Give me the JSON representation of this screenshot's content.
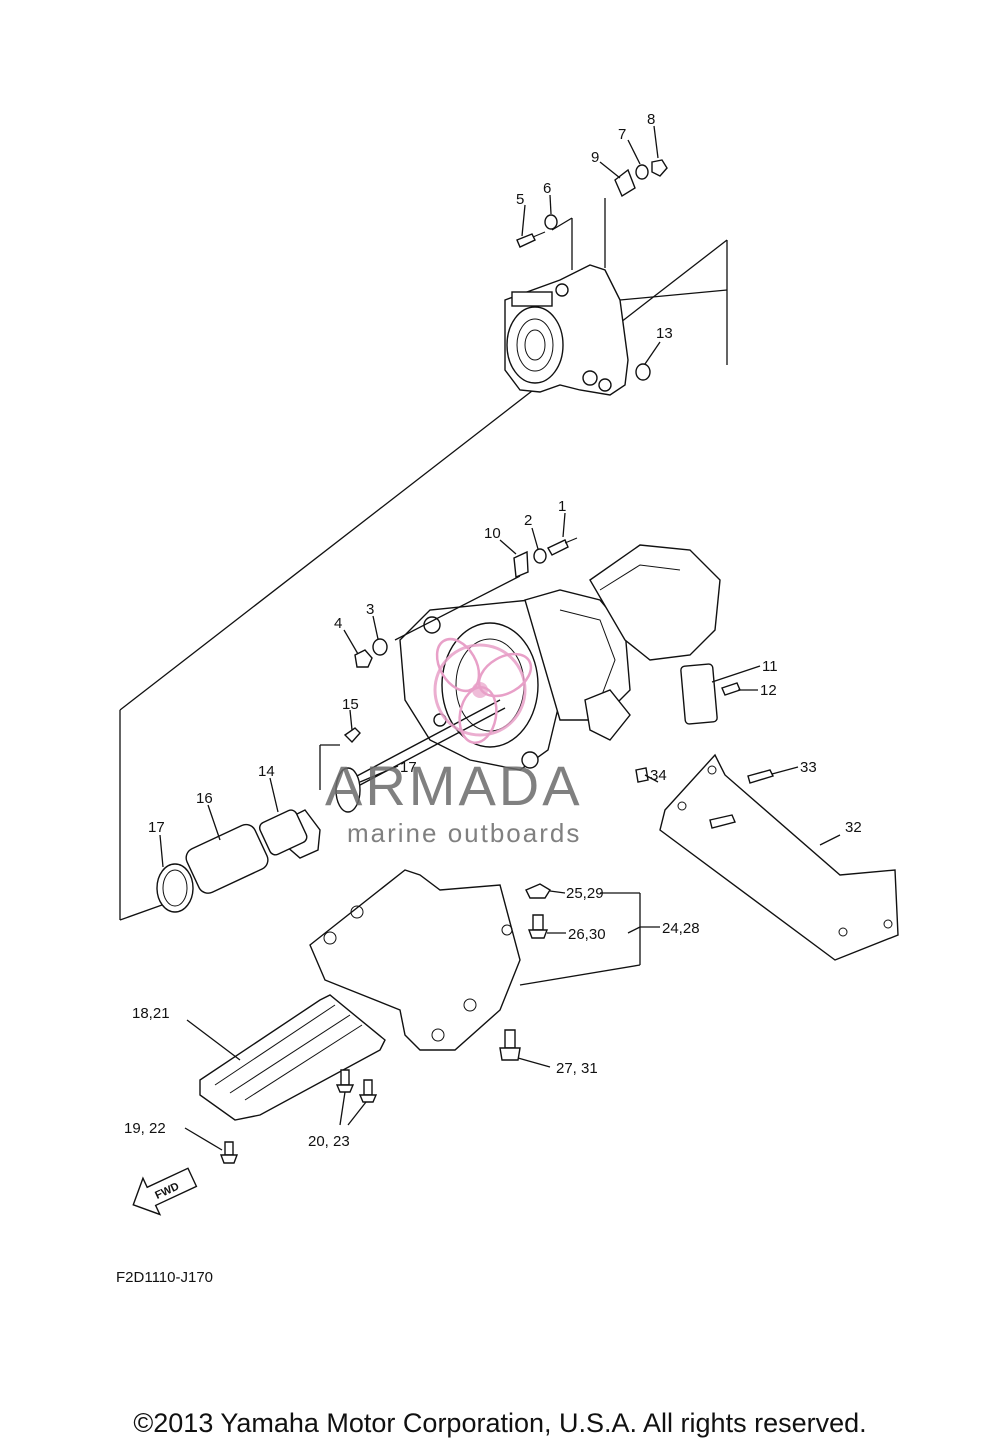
{
  "callouts": {
    "c1": "1",
    "c2": "2",
    "c3": "3",
    "c4": "4",
    "c5": "5",
    "c6": "6",
    "c7": "7",
    "c8": "8",
    "c9": "9",
    "c10": "10",
    "c11": "11",
    "c12": "12",
    "c13": "13",
    "c14": "14",
    "c15": "15",
    "c16": "16",
    "c17a": "17",
    "c17b": "17",
    "c18_21": "18,21",
    "c19_22": "19, 22",
    "c20_23": "20, 23",
    "c24_28": "24,28",
    "c25_29": "25,29",
    "c26_30": "26,30",
    "c27_31": "27, 31",
    "c32": "32",
    "c33": "33",
    "c34": "34"
  },
  "fwd_label": "FWD",
  "diagram_code": "F2D1110-J170",
  "watermark": {
    "brand": "ARMADA",
    "tagline": "marine outboards",
    "accent": "#e8a0c8",
    "text_color": "#6b6b6b"
  },
  "copyright": "©2013 Yamaha Motor Corporation, U.S.A. All rights reserved."
}
